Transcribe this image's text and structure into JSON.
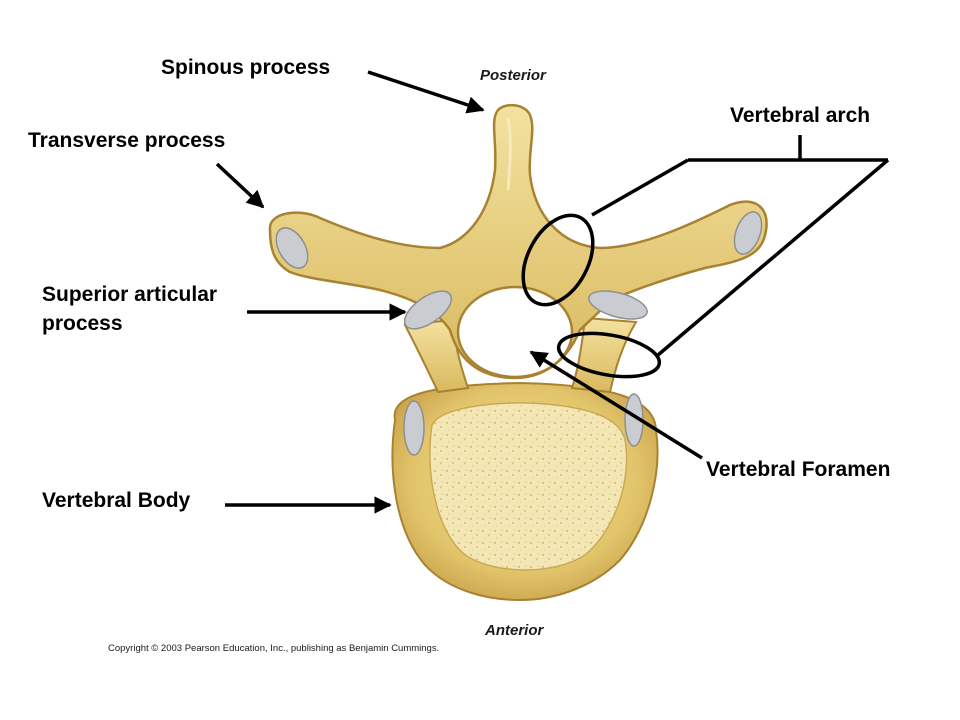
{
  "labels": {
    "spinous": "Spinous process",
    "transverse": "Transverse process",
    "superior_line1": "Superior articular",
    "superior_line2": "process",
    "body": "Vertebral Body",
    "arch": "Vertebral arch",
    "foramen": "Vertebral Foramen"
  },
  "orientation": {
    "posterior": "Posterior",
    "anterior": "Anterior"
  },
  "copyright": "Copyright © 2003 Pearson Education, Inc., publishing as Benjamin Cummings.",
  "colors": {
    "bone": "#e6cf7c",
    "bone_light": "#f4e3a6",
    "bone_dark": "#b8933a",
    "cartilage": "#c8cdd2",
    "spongy": "#f3e6b0",
    "annotation": "#000000"
  }
}
